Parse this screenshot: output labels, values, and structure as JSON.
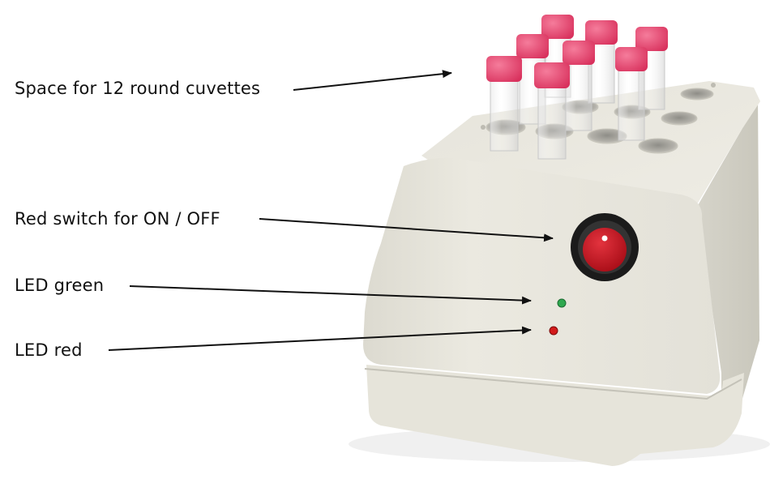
{
  "annotations": {
    "cuvettes": "Space for 12 round cuvettes",
    "switch": "Red switch for ON / OFF",
    "led_green": "LED green",
    "led_red": "LED red"
  },
  "device": {
    "cuvette_slots": 12,
    "tubes_inserted": 8,
    "colors": {
      "body": "#e9e7dd",
      "cap": "#e8446e",
      "switch": "#c41420",
      "led_green": "#2fa84f",
      "led_red": "#d21a1a"
    }
  }
}
